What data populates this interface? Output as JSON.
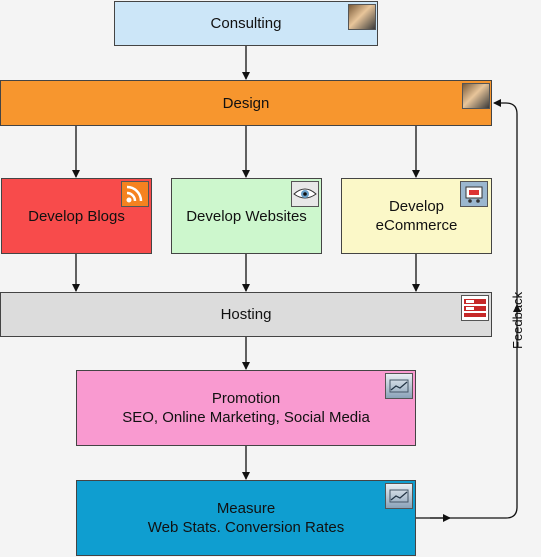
{
  "diagram": {
    "consulting": {
      "label": "Consulting",
      "icon": "handshake-icon",
      "color": "#cce6f8"
    },
    "design": {
      "label": "Design",
      "icon": "handshake-icon",
      "color": "#f7962e"
    },
    "blogs": {
      "label": "Develop Blogs",
      "icon": "rss-icon",
      "color": "#f84b4b"
    },
    "websites": {
      "label": "Develop Websites",
      "icon": "eye-icon",
      "color": "#cdf7cd"
    },
    "ecommerce": {
      "line1": "Develop",
      "line2": "eCommerce",
      "icon": "shopping-cart-icon",
      "color": "#fbf8c8"
    },
    "hosting": {
      "label": "Hosting",
      "icon": "server-icon",
      "color": "#dcdcdc"
    },
    "promotion": {
      "line1": "Promotion",
      "line2": "SEO, Online Marketing, Social Media",
      "icon": "chart-icon",
      "color": "#f99ad0"
    },
    "measure": {
      "line1": "Measure",
      "line2": "Web Stats. Conversion Rates",
      "icon": "chart-icon",
      "color": "#0f9ed0"
    },
    "feedback_label": "Feedback"
  }
}
